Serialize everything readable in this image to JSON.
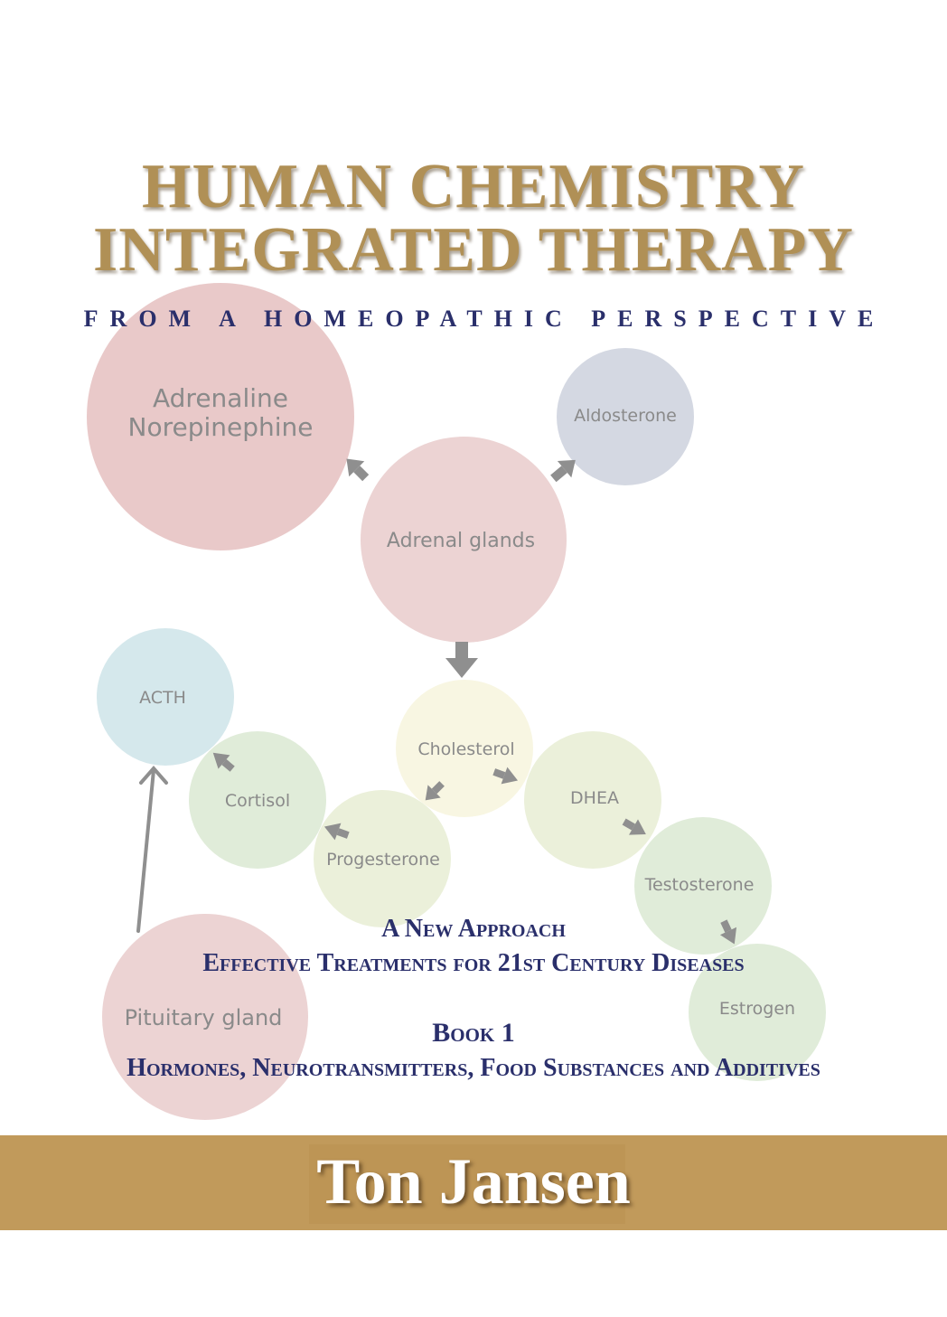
{
  "title": {
    "line1": "HUMAN CHEMISTRY",
    "line2": "INTEGRATED THERAPY"
  },
  "subtitle": "FROM A HOMEOPATHIC PERSPECTIVE",
  "diagram": {
    "nodes": {
      "adrenaline": "Adrenaline",
      "norepinephine": "Norepinephine",
      "aldosterone": "Aldosterone",
      "adrenal_glands": "Adrenal glands",
      "acth": "ACTH",
      "cholesterol": "Cholesterol",
      "cortisol": "Cortisol",
      "dhea": "DHEA",
      "progesterone": "Progesterone",
      "testosterone": "Testosterone",
      "estrogen": "Estrogen",
      "pituitary_gland": "Pituitary gland"
    },
    "colors": {
      "pink_large": "#e8c6c6",
      "pink_mid": "#ecd3d3",
      "lavender": "#d4d8e2",
      "light_blue": "#d5e8ec",
      "cream": "#f8f6e2",
      "pale_green": "#e0ecd9",
      "pale_yellow_green": "#ebf0da",
      "arrow_gray": "#8f8f8f"
    }
  },
  "captions": {
    "approach": "A New Approach",
    "effective": "Effective Treatments for 21st Century Diseases",
    "book": "Book 1",
    "subjects": "Hormones, Neurotransmitters, Food Substances and Additives"
  },
  "author": "Ton Jansen",
  "brand_colors": {
    "title_gold": "#b09056",
    "navy": "#2a2f6b",
    "band_gold": "#c19a5b"
  }
}
